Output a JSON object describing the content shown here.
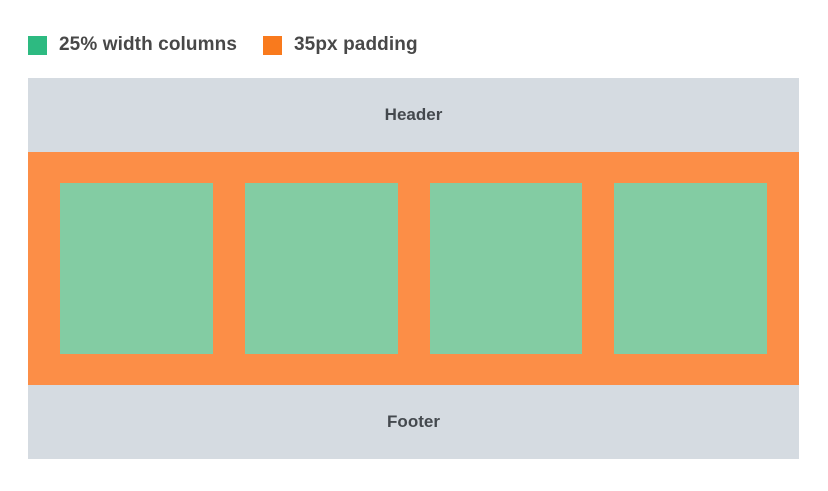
{
  "legend": {
    "items": [
      {
        "name": "columns-swatch",
        "label": "25% width columns",
        "color": "#2dba81"
      },
      {
        "name": "padding-swatch",
        "label": "35px padding",
        "color": "#f97a1d"
      }
    ]
  },
  "diagram": {
    "header_label": "Header",
    "footer_label": "Footer",
    "columns_count": 4,
    "colors": {
      "section_gray": "#d5dbe1",
      "padding_orange": "#fc8e47",
      "column_green": "#83cca3",
      "label_text": "#44494e"
    }
  }
}
